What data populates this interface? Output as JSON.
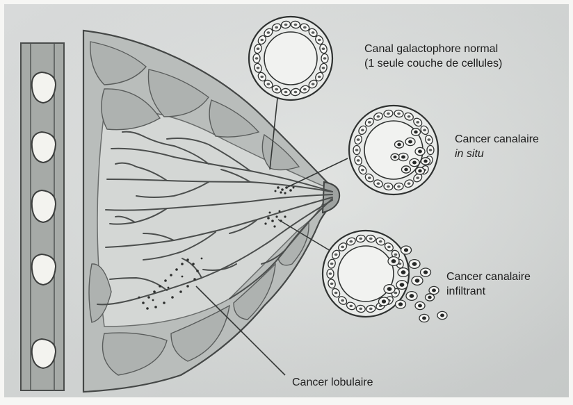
{
  "labels": {
    "normal_duct": {
      "line1": "Canal galactophore normal",
      "line2": "(1 seule couche de cellules)"
    },
    "dcis": {
      "line1": "Cancer canalaire",
      "line2": "in situ"
    },
    "invasive_ductal": {
      "line1": "Cancer canalaire",
      "line2": "infiltrant"
    },
    "lobular": "Cancer lobulaire"
  }
}
